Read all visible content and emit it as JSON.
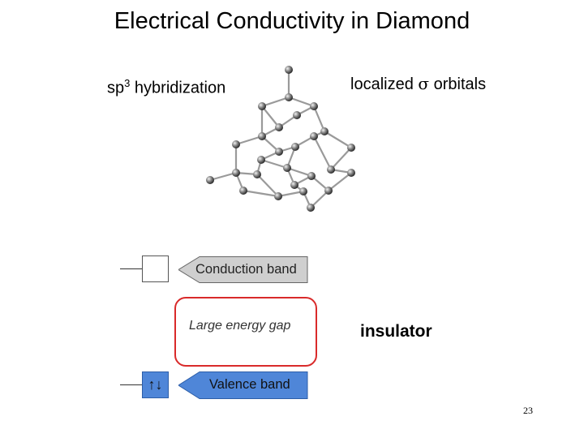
{
  "title": "Electrical Conductivity in Diamond",
  "left_label": {
    "prefix": "sp",
    "superscript": "3",
    "suffix": " hybridization"
  },
  "right_label": {
    "prefix": "localized ",
    "symbol": "σ",
    "suffix": " orbitals"
  },
  "conduction_band": {
    "label": "Conduction band",
    "fill": "#cfcfcf"
  },
  "valence_band": {
    "label": "Valence band",
    "electrons": "↑↓",
    "fill": "#4f86d8"
  },
  "gap": {
    "label": "Large energy gap",
    "border_color": "#d92a2a"
  },
  "insulator_label": "insulator",
  "page_number": "23"
}
